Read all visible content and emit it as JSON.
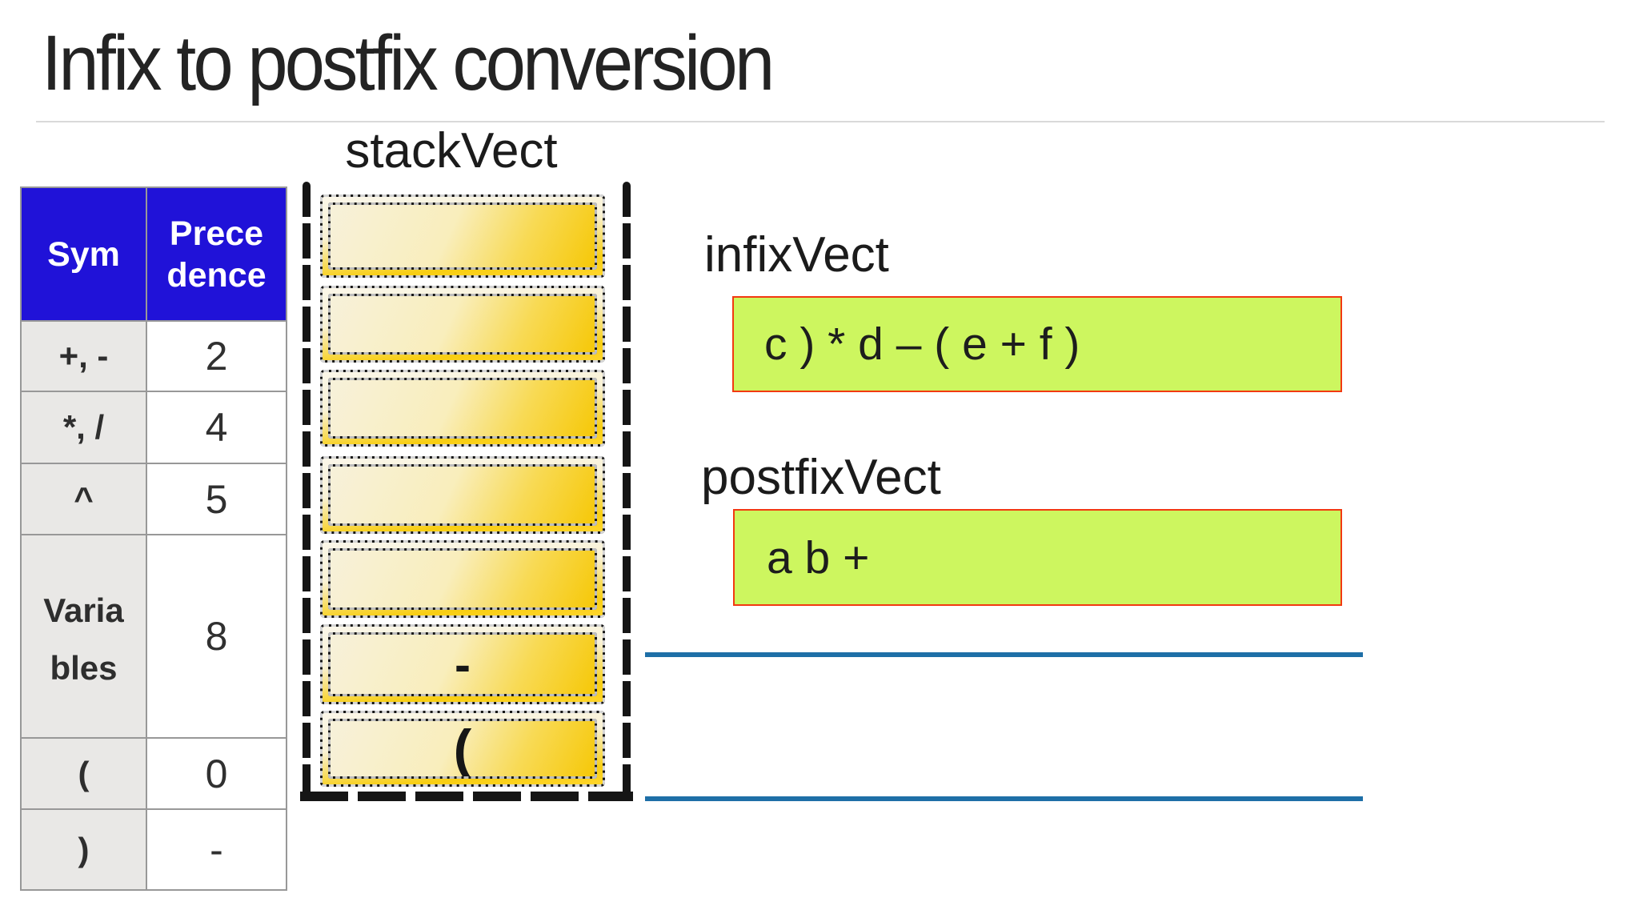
{
  "slide": {
    "title": "Infix to postfix conversion"
  },
  "precedence_table": {
    "headers": {
      "sym": "Sym",
      "precedence": "Prece\ndence"
    },
    "rows": [
      {
        "sym": "+, -",
        "prec": "2"
      },
      {
        "sym": "*, /",
        "prec": "4"
      },
      {
        "sym": "^",
        "prec": "5"
      },
      {
        "sym": "Varia\nbles",
        "prec": "8"
      },
      {
        "sym": "(",
        "prec": "0"
      },
      {
        "sym": ")",
        "prec": "-"
      }
    ]
  },
  "stack": {
    "label": "stackVect",
    "cells": [
      "",
      "",
      "",
      "",
      "",
      "-",
      "("
    ]
  },
  "vectors": {
    "infix": {
      "label": "infixVect",
      "value": "c ) * d – ( e + f )"
    },
    "postfix": {
      "label": "postfixVect",
      "value": "a b +"
    }
  },
  "colors": {
    "header_blue": "#2012d8",
    "sym_cell_gray": "#e9e8e6",
    "stack_gold": "#f6c808",
    "stack_cream": "#f7f1da",
    "vector_green": "#cdf65f",
    "vector_border_red": "#f23911",
    "line_blue": "#1e6fa7",
    "title_text": "#232323"
  }
}
